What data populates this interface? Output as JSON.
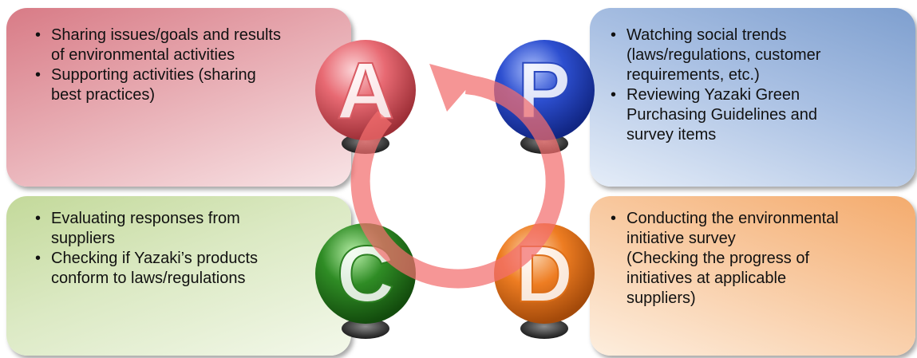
{
  "panels": {
    "act": {
      "items": [
        [
          "Sharing issues/goals and results",
          "of environmental activities"
        ],
        [
          "Supporting activities (sharing",
          "best practices)"
        ]
      ]
    },
    "plan": {
      "items": [
        [
          "Watching social trends",
          "(laws/regulations, customer",
          "requirements, etc.)"
        ],
        [
          "Reviewing Yazaki Green",
          "Purchasing Guidelines and",
          "survey items"
        ]
      ]
    },
    "check": {
      "items": [
        [
          "Evaluating responses from",
          "suppliers"
        ],
        [
          "Checking if Yazaki’s products",
          "conform to laws/regulations"
        ]
      ]
    },
    "do": {
      "items": [
        [
          "Conducting the environmental",
          "initiative survey",
          "(Checking the progress of",
          "initiatives at applicable",
          "suppliers)"
        ]
      ]
    }
  },
  "balls": {
    "a": {
      "letter": "A",
      "color": "#e86a73"
    },
    "p": {
      "letter": "P",
      "color": "#2d4fd0"
    },
    "c": {
      "letter": "C",
      "color": "#2f8c25"
    },
    "d": {
      "letter": "D",
      "color": "#ee7d22"
    }
  },
  "colors": {
    "cycle_arrow": "#f26d6d"
  }
}
